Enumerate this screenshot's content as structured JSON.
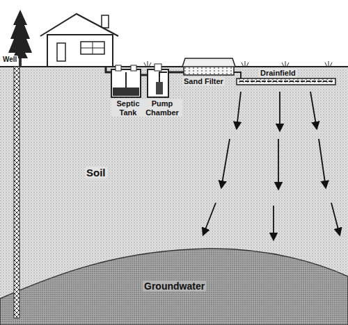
{
  "diagram": {
    "labels": [
      "Well",
      "Septic Tank",
      "Pump Chamber",
      "Sand Filter",
      "Drainfield",
      "Soil",
      "Groundwater"
    ]
  }
}
